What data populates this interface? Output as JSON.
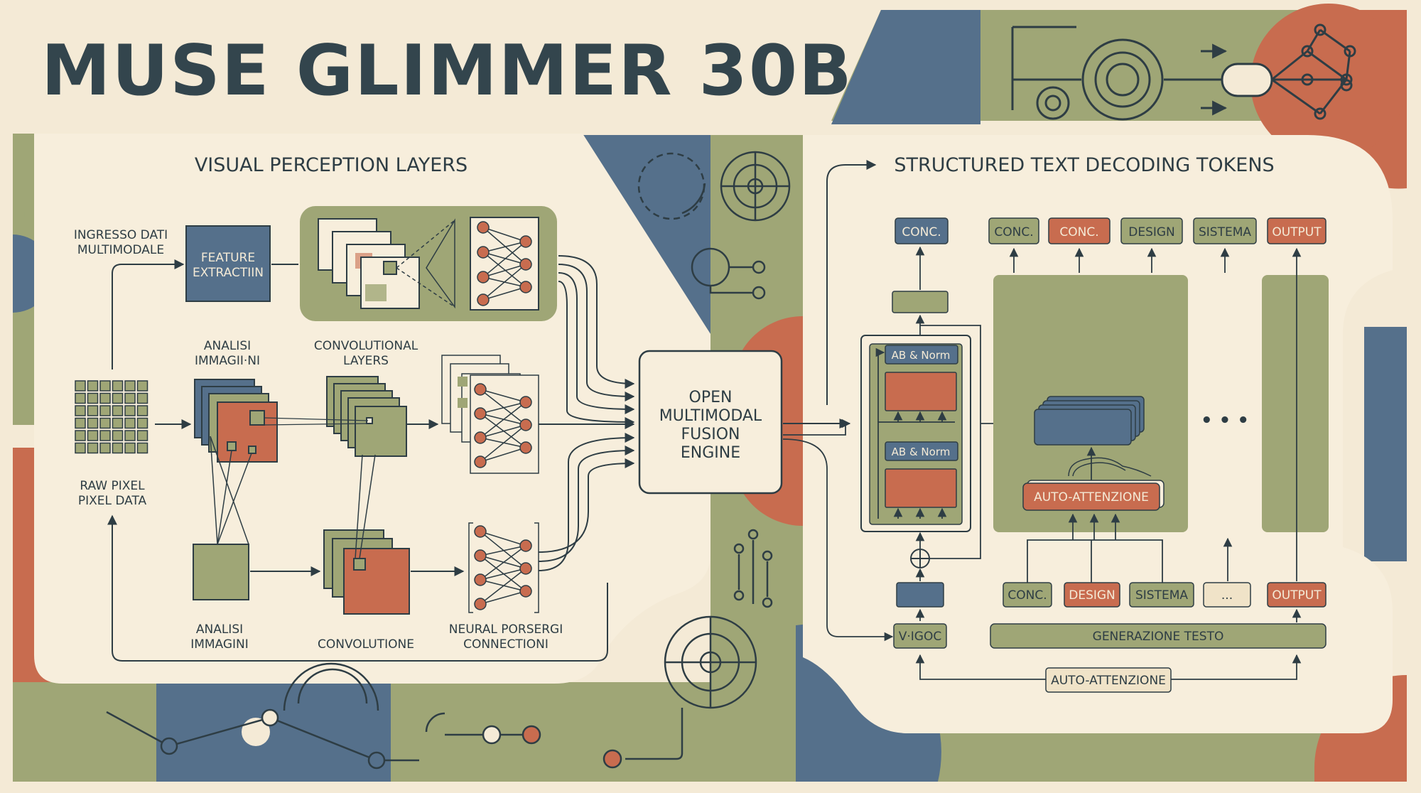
{
  "title": "MUSE GLIMMER 30B",
  "colors": {
    "background": "#f4ead6",
    "panel_cream": "#f7eedc",
    "olive": "#9fa676",
    "slate_blue": "#55708b",
    "terracotta": "#c86c4f",
    "ink": "#2e3d44"
  },
  "left_panel": {
    "heading": "VISUAL PERCEPTION LAYERS",
    "input_label_1": "INGRESSO DATI",
    "input_label_2": "MULTIMODALE",
    "feature_box_1": "FEATURE",
    "feature_box_2": "EXTRACTIIN",
    "analysis_top_1": "ANALISI",
    "analysis_top_2": "IMMAGII·NI",
    "conv_top_1": "CONVOLUTIONAL",
    "conv_top_2": "LAYERS",
    "raw_pixel_1": "RAW PIXEL",
    "raw_pixel_2": "PIXEL DATA",
    "analysis_bottom_1": "ANALISI",
    "analysis_bottom_2": "IMMAGINI",
    "conv_bottom": "CONVOLUTIONE",
    "neural_bottom_1": "NEURAL PORSERGI",
    "neural_bottom_2": "CONNECTIONI"
  },
  "fusion_engine": {
    "line1": "OPEN",
    "line2": "MULTIMODAL",
    "line3": "FUSION",
    "line4": "ENGINE"
  },
  "right_panel": {
    "heading": "STRUCTURED TEXT DECODING TOKENS",
    "top_tokens": [
      "CONC.",
      "CONC.",
      "CONC.",
      "DESIGN",
      "SISTEMA",
      "OUTPUT"
    ],
    "norm_label_1": "AB & Norm",
    "norm_label_2": "AB & Norm",
    "self_attention_inner": "AUTO-ATTENZIONE",
    "ellipsis": "• • •",
    "bottom_tokens": [
      "CONC.",
      "DESIGN",
      "SISTEMA",
      "...",
      "OUTPUT"
    ],
    "input_token": "V·IGOC",
    "generation_bar": "GENERAZIONE TESTO",
    "self_attention_bottom": "AUTO-ATTENZIONE"
  }
}
